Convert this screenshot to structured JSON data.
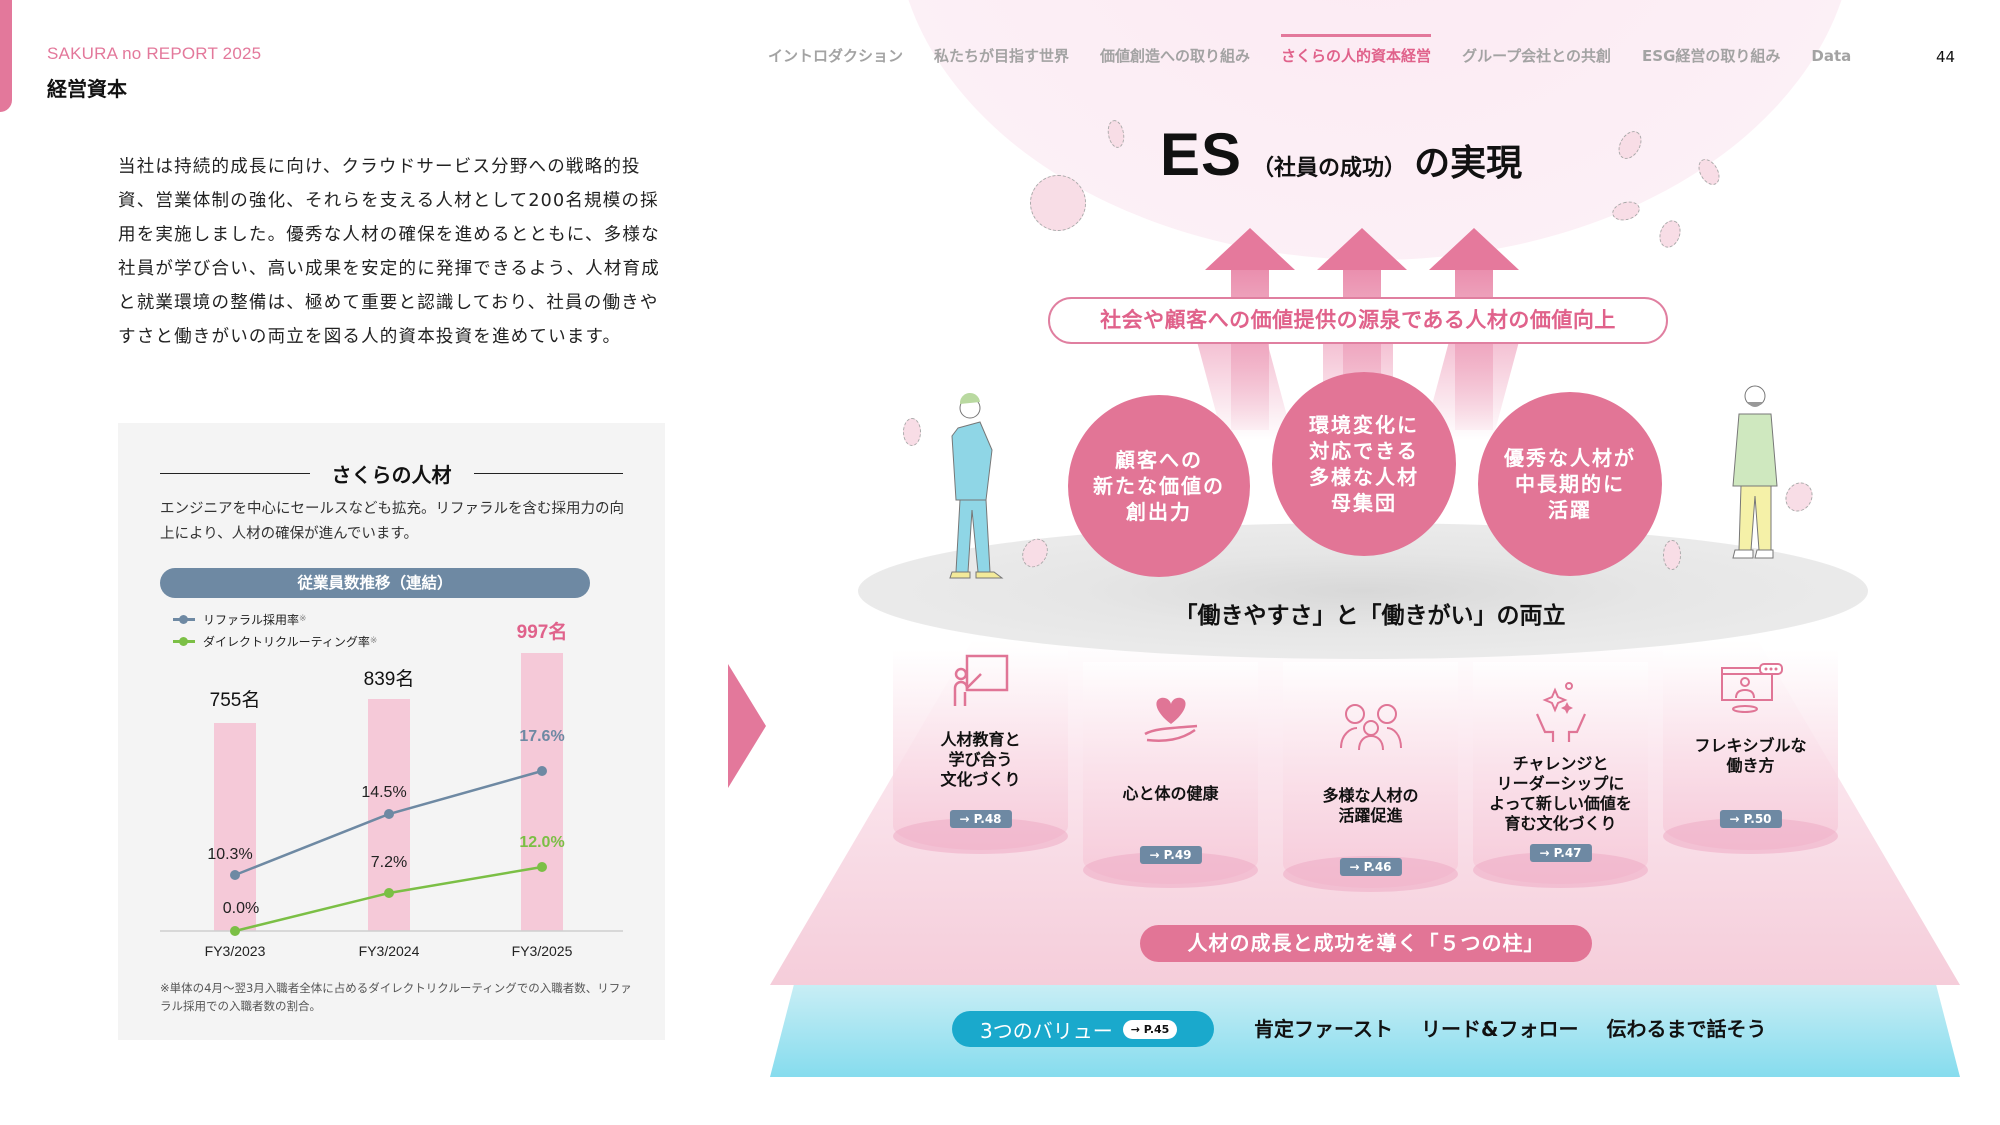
{
  "header": {
    "brand": "SAKURA no REPORT 2025",
    "section": "経営資本",
    "page_number": "44",
    "nav": [
      {
        "label": "イントロダクション",
        "active": false
      },
      {
        "label": "私たちが目指す世界",
        "active": false
      },
      {
        "label": "価値創造への取り組み",
        "active": false
      },
      {
        "label": "さくらの人的資本経営",
        "active": true
      },
      {
        "label": "グループ会社との共創",
        "active": false
      },
      {
        "label": "ESG経営の取り組み",
        "active": false
      },
      {
        "label": "Data",
        "active": false
      }
    ]
  },
  "intro": {
    "text": "当社は持続的成長に向け、クラウドサービス分野への戦略的投資、営業体制の強化、それらを支える人材として200名規模の採用を実施しました。優秀な人材の確保を進めるとともに、多様な社員が学び合い、高い成果を安定的に発揮できるよう、人材育成と就業環境の整備は、極めて重要と認識しており、社員の働きやすさと働きがいの両立を図る人的資本投資を進めています。"
  },
  "card": {
    "heading": "さくらの人材",
    "description": "エンジニアを中心にセールスなども拡充。リファラルを含む採用力の向上により、人材の確保が進んでいます。",
    "chart_title": "従業員数推移（連結）",
    "legend": [
      {
        "label": "リファラル採用率",
        "note": "※",
        "color": "#6e89a3"
      },
      {
        "label": "ダイレクトリクルーティング率",
        "note": "※",
        "color": "#7bbf45"
      }
    ],
    "footnote": "※単体の4月～翌3月入職者全体に占めるダイレクトリクルーティングでの入職者数、リファラル採用での入職者数の割合。"
  },
  "chart_data": {
    "type": "bar+line",
    "title": "従業員数推移（連結）",
    "categories": [
      "FY3/2023",
      "FY3/2024",
      "FY3/2025"
    ],
    "bar_series": {
      "name": "従業員数",
      "values": [
        755,
        839,
        997
      ],
      "labels": [
        "755名",
        "839名",
        "997名"
      ],
      "color": "#f5c9d8",
      "highlight_color": "#e0628b"
    },
    "series": [
      {
        "name": "リファラル採用率",
        "values": [
          10.3,
          14.5,
          17.6
        ],
        "labels": [
          "10.3%",
          "14.5%",
          "17.6%"
        ],
        "color": "#6e89a3"
      },
      {
        "name": "ダイレクトリクルーティング率",
        "values": [
          0.0,
          7.2,
          12.0
        ],
        "labels": [
          "0.0%",
          "7.2%",
          "12.0%"
        ],
        "color": "#7bbf45"
      }
    ],
    "xlabel": "",
    "ylabel": "",
    "grid": false,
    "legend_position": "top-left"
  },
  "diagram": {
    "title_main": "ES",
    "title_paren": "（社員の成功）",
    "title_rest": "の実現",
    "value_statement": "社会や顧客への価値提供の源泉である人材の価値向上",
    "circles": [
      "顧客への\n新たな価値の\n創出力",
      "環境変化に\n対応できる\n多様な人材\n母集団",
      "優秀な人材が\n中長期的に\n活躍"
    ],
    "stage_label": "「働きやすさ」と「働きがい」の両立",
    "pillars": [
      {
        "label": "人材教育と\n学び合う\n文化づくり",
        "page": "→ P.48",
        "icon": "teacher-icon"
      },
      {
        "label": "心と体の健康",
        "page": "→ P.49",
        "icon": "heart-hand-icon"
      },
      {
        "label": "多様な人材の\n活躍促進",
        "page": "→ P.46",
        "icon": "people-icon"
      },
      {
        "label": "チャレンジと\nリーダーシップに\nよって新しい価値を\n育む文化づくり",
        "page": "→ P.47",
        "icon": "sparkle-hands-icon"
      },
      {
        "label": "フレキシブルな\n働き方",
        "page": "→ P.50",
        "icon": "remote-work-icon"
      }
    ],
    "pillars_label": "人材の成長と成功を導く「５つの柱」",
    "values_label": "3つのバリュー",
    "values_page": "→ P.45",
    "values": [
      "肯定ファースト",
      "リード&フォロー",
      "伝わるまで話そう"
    ]
  },
  "colors": {
    "accent_pink": "#e27596",
    "slate": "#6e89a3",
    "green": "#7bbf45",
    "cyan": "#1aa9cc"
  }
}
